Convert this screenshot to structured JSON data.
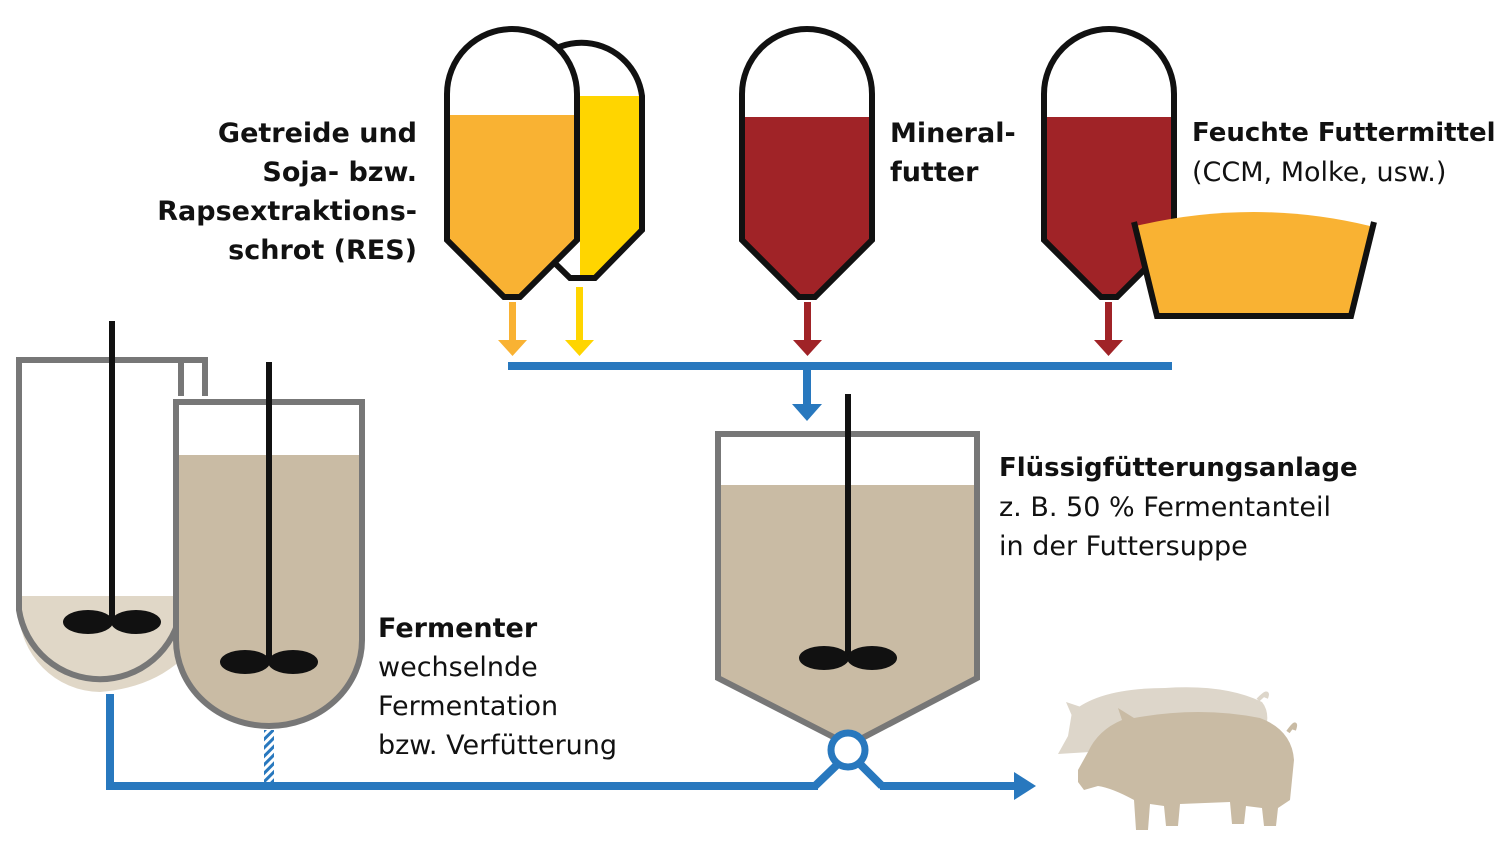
{
  "labels": {
    "getreide": [
      "Getreide und",
      "Soja- bzw.",
      "Rapsextraktions-",
      "schrot (RES)"
    ],
    "mineral": [
      "Mineral-",
      "futter"
    ],
    "feuchte_title": "Feuchte Futtermittel",
    "feuchte_sub": "(CCM, Molke, usw.)",
    "anlage_title": "Flüssigfütterungsanlage",
    "anlage_sub": [
      "z. B. 50 % Fermentanteil",
      "in der Futtersuppe"
    ],
    "fermenter_title": "Fermenter",
    "fermenter_sub": [
      "wechselnde",
      "Fermentation",
      "bzw. Verfütterung"
    ]
  },
  "colors": {
    "orange": "#F9B233",
    "yellow": "#FFD500",
    "darkred": "#A02327",
    "beige": "#C9BBA4",
    "beige_light": "#E0D7C7",
    "blue": "#2878BE",
    "outline_dark": "#111111",
    "outline_grey": "#777777",
    "pig_light": "#DDD6CA",
    "pig": "#C9BBA4"
  },
  "icons": [
    "silo-icon",
    "trough-icon",
    "fermenter-tank-icon",
    "mixing-tank-icon",
    "agitator-icon",
    "pump-valve-icon",
    "pig-icon"
  ]
}
